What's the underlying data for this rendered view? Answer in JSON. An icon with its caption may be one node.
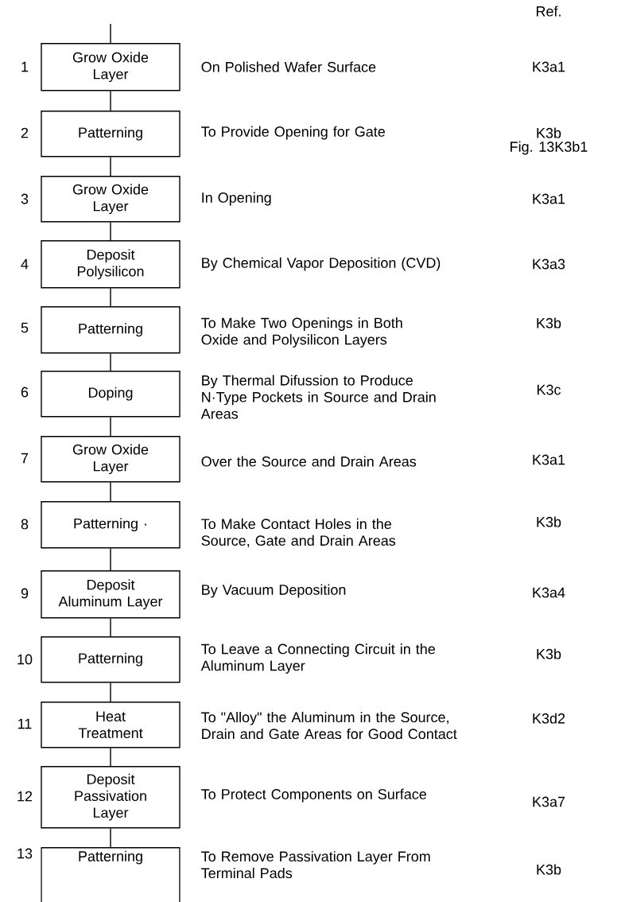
{
  "diagram": {
    "nodes": [
      {
        "text": [
          "Grow Oxide Layer"
        ],
        "beside": [
          "1",
          "On Polished Wafer Surface"
        ]
      },
      {
        "text": [
          "Patterning"
        ],
        "beside": [
          "2",
          "To Provide Opening for Gate"
        ]
      },
      {
        "text": [
          "Grow Oxide Layer"
        ],
        "beside": [
          "3",
          "In Opening"
        ]
      },
      {
        "text": [
          "Deposit Polysilicon"
        ],
        "beside": [
          "4",
          "By Chemical Vapor Deposition (CVD)"
        ]
      },
      {
        "text": [
          "Patterning"
        ],
        "beside": [
          "5",
          "To Make Two Openings in Both Oxide and Polysilicon Layers"
        ]
      },
      {
        "text": [
          "Doping"
        ],
        "beside": [
          "6",
          "By Thermal Difussion to Produce N·Type Pockets in Source and Drain Areas"
        ]
      },
      {
        "text": [
          "Grow Oxide Layer"
        ],
        "beside": [
          "7",
          "Over the Source and Drain Areas"
        ]
      },
      {
        "text": [
          "Patterning ·"
        ],
        "beside": [
          "8",
          "To Make Contact Holes in the Source, Gate and Drain Areas"
        ]
      },
      {
        "text": [
          "Deposit Aluminum Layer"
        ],
        "beside": [
          "9",
          "By Vacuum Deposition"
        ]
      },
      {
        "text": [
          "Patterning"
        ],
        "beside": [
          "10",
          "To Leave a Connecting Circuit in the Aluminum Layer"
        ]
      },
      {
        "text": [
          "Heat Treatment"
        ],
        "beside": [
          "11",
          "To \"Alloy\" the Aluminum in the Source, Drain and Gate Areas for Good Contact"
        ]
      },
      {
        "text": [
          "Deposit Passivation Layer"
        ],
        "beside": [
          "12",
          "To Protect Components on Surface"
        ]
      },
      {
        "text": [
          "Patterning"
        ],
        "beside": [
          "13",
          "To Remove Passivation Layer From Terminal Pads"
        ]
      }
    ],
    "edges": [
      {
        "from": null,
        "to": 0,
        "arrow": "none"
      },
      {
        "from": 0,
        "to": 1,
        "arrow": "none"
      },
      {
        "from": 1,
        "to": 2,
        "arrow": "none"
      },
      {
        "from": 2,
        "to": 3,
        "arrow": "none"
      },
      {
        "from": 3,
        "to": 4,
        "arrow": "none"
      },
      {
        "from": 4,
        "to": 5,
        "arrow": "none"
      },
      {
        "from": 5,
        "to": 6,
        "arrow": "none"
      },
      {
        "from": 6,
        "to": 7,
        "arrow": "none"
      },
      {
        "from": 7,
        "to": 8,
        "arrow": "none"
      },
      {
        "from": 8,
        "to": 9,
        "arrow": "none"
      },
      {
        "from": 9,
        "to": 10,
        "arrow": "none"
      },
      {
        "from": 10,
        "to": 11,
        "arrow": "none"
      },
      {
        "from": 11,
        "to": 12,
        "arrow": "none"
      }
    ],
    "labels": [
      "Ref.",
      "K3a1",
      "K3b",
      "Fig. 13K3b1",
      "K3a1",
      "K3a3",
      "K3b",
      "K3c",
      "K3a1",
      "K3b",
      "K3a4",
      "K3b",
      "K3d2",
      "K3a7",
      "K3b"
    ]
  }
}
